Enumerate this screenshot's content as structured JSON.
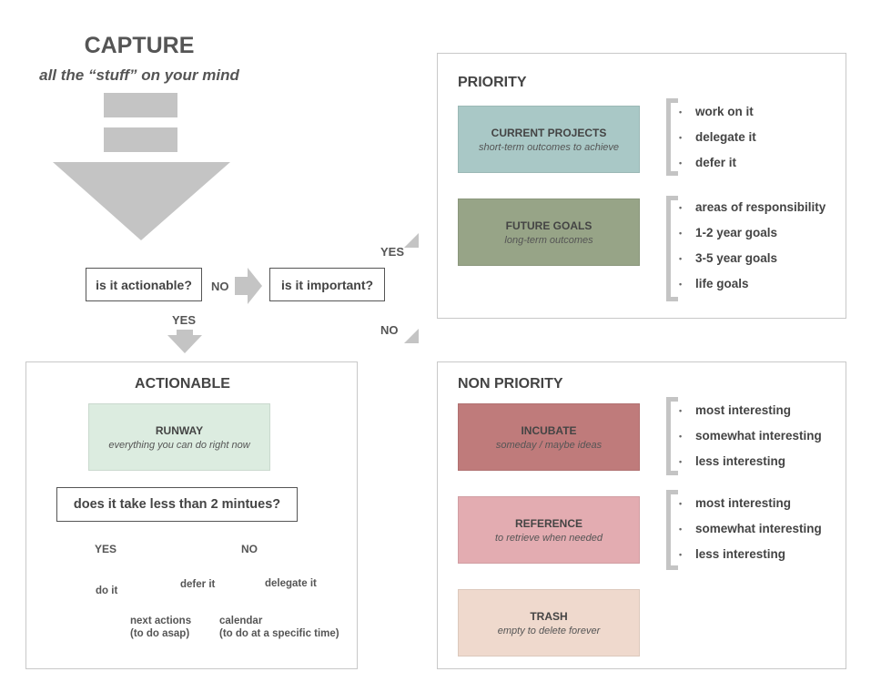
{
  "capture": {
    "title": "CAPTURE",
    "subtitle": "all the “stuff” on your mind"
  },
  "questions": {
    "actionable": "is it actionable?",
    "important": "is it important?",
    "two_minutes": "does it take less than 2 mintues?"
  },
  "labels": {
    "no_important": "NO",
    "yes_actionable": "YES",
    "yes_priority": "YES",
    "no_nonpriority": "NO",
    "yes_do": "YES",
    "no_defer": "NO"
  },
  "priority": {
    "title": "PRIORITY",
    "current_projects": {
      "title": "CURRENT PROJECTS",
      "subtitle": "short-term outcomes to achieve",
      "color": "#a9c8c6",
      "items": [
        "work on it",
        "delegate it",
        "defer it"
      ]
    },
    "future_goals": {
      "title": "FUTURE GOALS",
      "subtitle": "long-term outcomes",
      "color": "#97a487",
      "items": [
        "areas of responsibility",
        "1-2 year goals",
        "3-5 year goals",
        "life goals"
      ]
    }
  },
  "non_priority": {
    "title": "NON PRIORITY",
    "incubate": {
      "title": "INCUBATE",
      "subtitle": "someday / maybe ideas",
      "color": "#bf7b7b",
      "items": [
        "most interesting",
        "somewhat interesting",
        "less interesting"
      ]
    },
    "reference": {
      "title": "REFERENCE",
      "subtitle": "to retrieve when needed",
      "color": "#e3acb1",
      "items": [
        "most interesting",
        "somewhat interesting",
        "less interesting"
      ]
    },
    "trash": {
      "title": "TRASH",
      "subtitle": "empty to delete forever",
      "color": "#efd9cd"
    }
  },
  "actionable": {
    "title": "ACTIONABLE",
    "runway": {
      "title": "RUNWAY",
      "subtitle": "everything you can do right now",
      "color": "#dcece0"
    },
    "do_it": "do it",
    "defer_it": "defer it",
    "delegate_it": "delegate it",
    "next_actions": "next actions",
    "next_actions_note": "(to do asap)",
    "calendar": "calendar",
    "calendar_note": "(to do at a specific time)"
  }
}
